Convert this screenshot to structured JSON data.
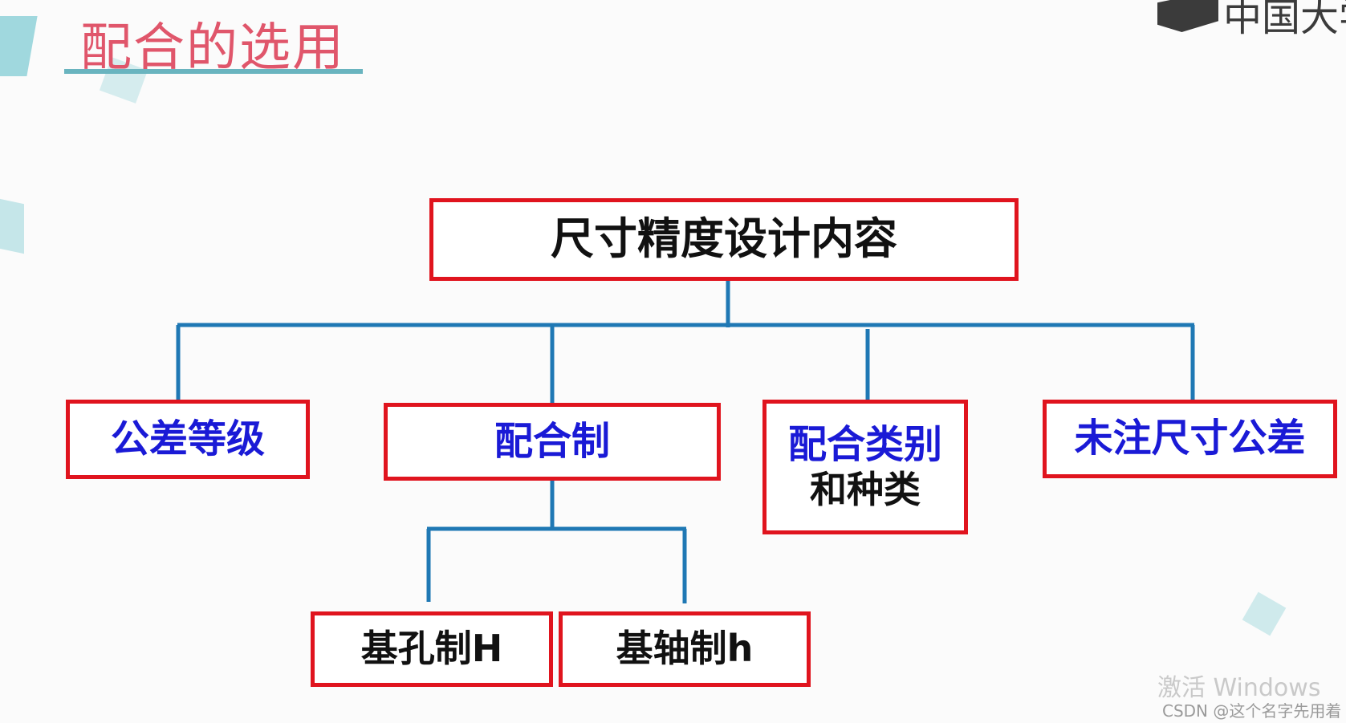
{
  "title": "配合的选用",
  "logo_text": "中国大学",
  "diagram": {
    "root": "尺寸精度设计内容",
    "level1": [
      "公差等级",
      "配合制",
      "配合类别",
      "未注尺寸公差"
    ],
    "level1_extra": "和种类",
    "level2": [
      {
        "main": "基孔制",
        "suffix": "H"
      },
      {
        "main": "基轴制",
        "suffix": "h"
      }
    ]
  },
  "colors": {
    "box_border": "#e0141e",
    "connector": "#1f78b4",
    "blue_text": "#1a1ad6",
    "title": "#e0566b"
  },
  "watermark": "激活 Windows",
  "csdn": "CSDN @这个名字先用着"
}
